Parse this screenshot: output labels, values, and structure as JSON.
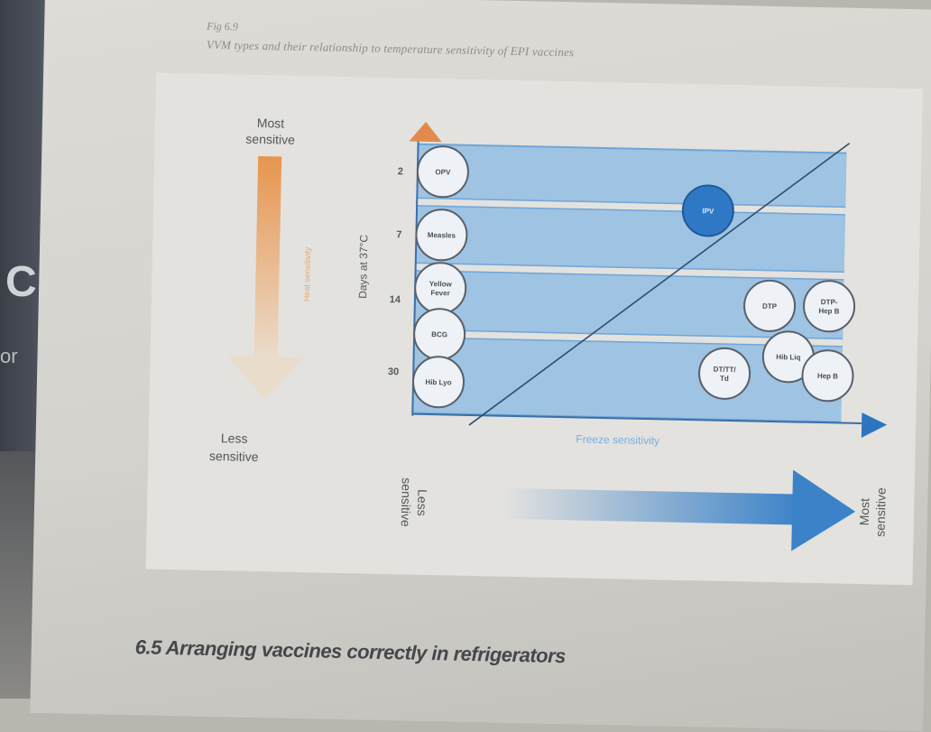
{
  "figure": {
    "number": "Fig 6.9",
    "title": "VVM types and their relationship to temperature sensitivity of EPI vaccines"
  },
  "heat_scale": {
    "top_label_1": "Most",
    "top_label_2": "sensitive",
    "bottom_label_1": "Less",
    "bottom_label_2": "sensitive",
    "arrow_label": "Heat sensitivity"
  },
  "freeze_scale": {
    "left_label_1": "Less",
    "left_label_2": "sensitive",
    "right_label_1": "Most",
    "right_label_2": "sensitive"
  },
  "chart_data": {
    "type": "scatter",
    "ylabel": "Days at 37°C",
    "xlabel": "Freeze sensitivity",
    "y_ticks": [
      "2",
      "7",
      "14",
      "30"
    ],
    "vaccines": [
      {
        "name": "OPV",
        "lines": [
          "OPV"
        ],
        "y_band": "2",
        "freeze_level": 0,
        "highlighted": false
      },
      {
        "name": "Measles",
        "lines": [
          "Measles"
        ],
        "y_band": "7",
        "freeze_level": 0,
        "highlighted": false
      },
      {
        "name": "Yellow Fever",
        "lines": [
          "Yellow",
          "Fever"
        ],
        "y_band": "14",
        "freeze_level": 0,
        "highlighted": false
      },
      {
        "name": "BCG",
        "lines": [
          "BCG"
        ],
        "y_band": "14-30",
        "freeze_level": 0,
        "highlighted": false
      },
      {
        "name": "Hib Lyo",
        "lines": [
          "Hib Lyo"
        ],
        "y_band": "30",
        "freeze_level": 0,
        "highlighted": false
      },
      {
        "name": "IPV",
        "lines": [
          "IPV"
        ],
        "y_band": "7",
        "freeze_level": 0.67,
        "highlighted": true
      },
      {
        "name": "DTP",
        "lines": [
          "DTP"
        ],
        "y_band": "14",
        "freeze_level": 0.83,
        "highlighted": false
      },
      {
        "name": "DTP-Hep B",
        "lines": [
          "DTP-",
          "Hep B"
        ],
        "y_band": "14",
        "freeze_level": 0.98,
        "highlighted": false
      },
      {
        "name": "Hib Liq",
        "lines": [
          "Hib Liq"
        ],
        "y_band": "30",
        "freeze_level": 0.88,
        "highlighted": false
      },
      {
        "name": "DT/TT/Td",
        "lines": [
          "DT/TT/",
          "Td"
        ],
        "y_band": "30",
        "freeze_level": 0.72,
        "highlighted": false
      },
      {
        "name": "Hep B",
        "lines": [
          "Hep B"
        ],
        "y_band": "30",
        "freeze_level": 0.98,
        "highlighted": false
      }
    ]
  },
  "section": {
    "heading": "6.5 Arranging vaccines correctly in refrigerators"
  },
  "margin_fragments": {
    "a": "C",
    "b": "or"
  },
  "colors": {
    "band": "#9fc3e2",
    "band_edge": "#6fa6d6",
    "axis_blue": "#2e75c0",
    "heat_top": "#e7954f",
    "heat_bottom": "#e9d8c4",
    "ipv_fill": "#2f78c6"
  }
}
